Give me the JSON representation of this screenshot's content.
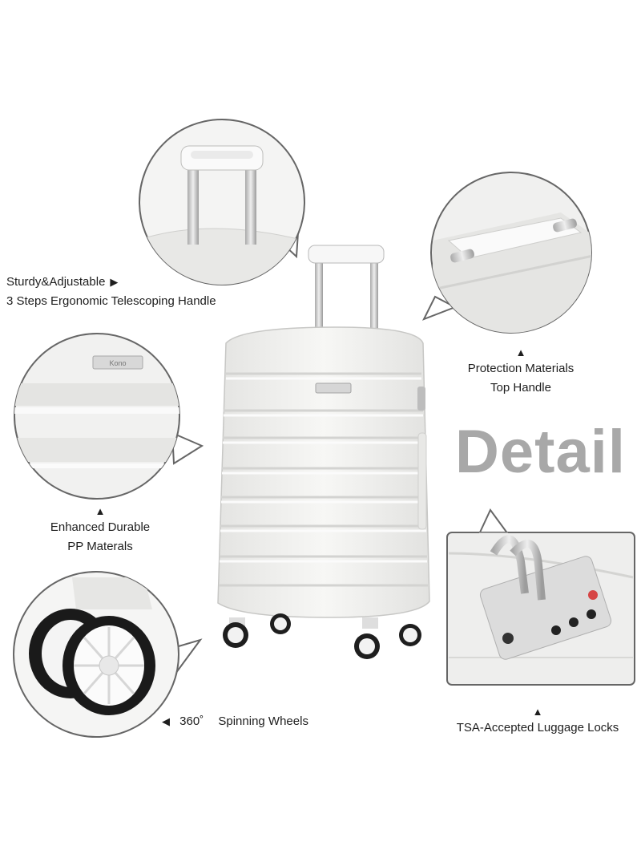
{
  "headline": "Detail",
  "brand_mark": "Kono",
  "features": {
    "handle": {
      "line1": "Sturdy&Adjustable",
      "line2": "3 Steps Ergonomic Telescoping Handle",
      "arrow": "▶"
    },
    "top_handle": {
      "arrow": "▲",
      "line1": "Protection Materials",
      "line2": "Top Handle"
    },
    "material": {
      "arrow": "▲",
      "line1": "Enhanced Durable",
      "line2": "PP Materals"
    },
    "wheels": {
      "arrow": "◀",
      "degree": "360˚",
      "text": "Spinning Wheels"
    },
    "lock": {
      "arrow": "▲",
      "text": "TSA-Accepted Luggage Locks"
    }
  },
  "colors": {
    "shell": "#f2f2f0",
    "outline": "#666666",
    "headline": "#a8a8a8",
    "metal": "#c8c8c8",
    "tire": "#1a1a1a"
  }
}
